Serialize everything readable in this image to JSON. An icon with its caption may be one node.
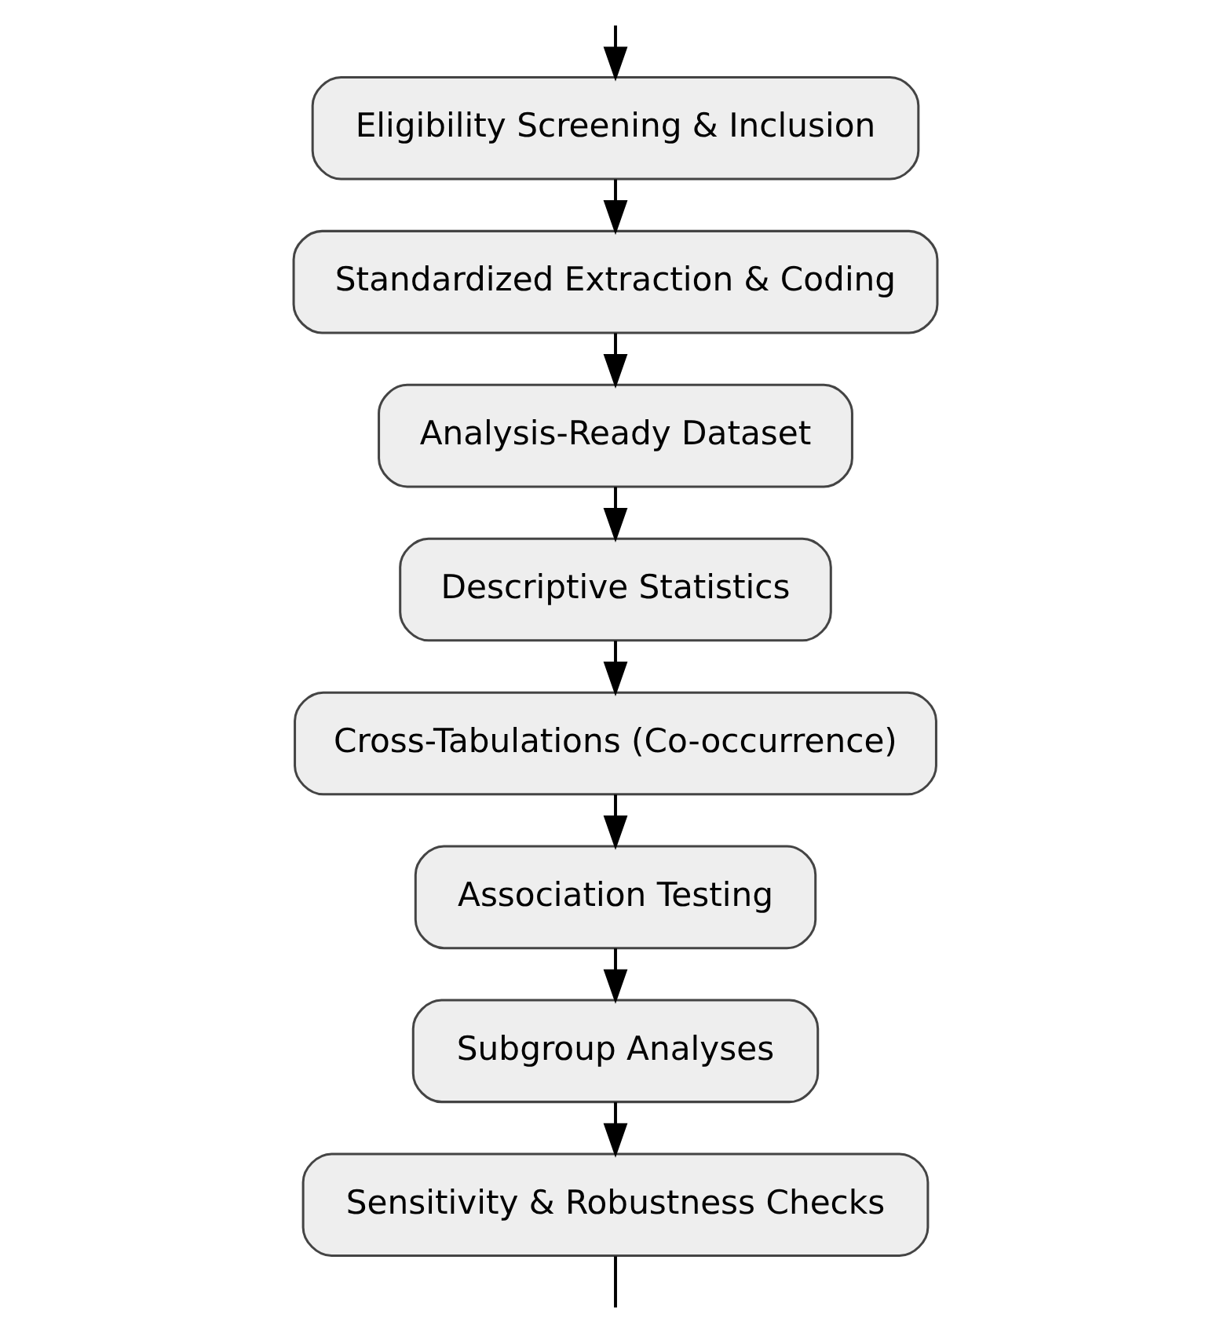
{
  "diagram": {
    "nodes": [
      {
        "text": [
          "Eligibility Screening & Inclusion"
        ]
      },
      {
        "text": [
          "Standardized Extraction & Coding"
        ]
      },
      {
        "text": [
          "Analysis-Ready Dataset"
        ]
      },
      {
        "text": [
          "Descriptive Statistics"
        ]
      },
      {
        "text": [
          "Cross-Tabulations (Co-occurrence)"
        ]
      },
      {
        "text": [
          "Association Testing"
        ]
      },
      {
        "text": [
          "Subgroup Analyses"
        ]
      },
      {
        "text": [
          "Sensitivity & Robustness Checks"
        ]
      }
    ],
    "edges": [
      {
        "from": null,
        "to": 0,
        "arrow": "to"
      },
      {
        "from": 0,
        "to": 1,
        "arrow": "to"
      },
      {
        "from": 1,
        "to": 2,
        "arrow": "to"
      },
      {
        "from": 2,
        "to": 3,
        "arrow": "to"
      },
      {
        "from": 3,
        "to": 4,
        "arrow": "to"
      },
      {
        "from": 4,
        "to": 5,
        "arrow": "to"
      },
      {
        "from": 5,
        "to": 6,
        "arrow": "to"
      },
      {
        "from": 6,
        "to": 7,
        "arrow": "to"
      },
      {
        "from": 7,
        "to": null,
        "arrow": "none"
      }
    ]
  }
}
